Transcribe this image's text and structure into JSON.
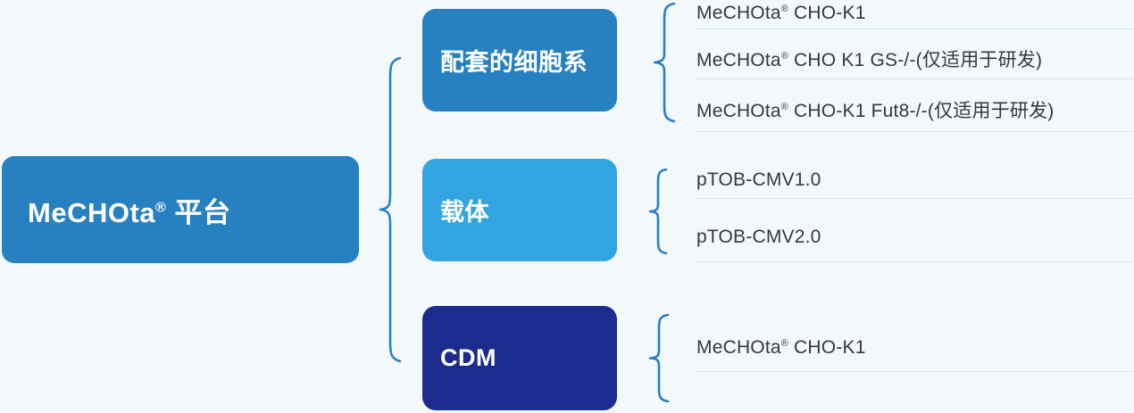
{
  "colors": {
    "background": "#f3f8fb",
    "root_box": "#2781c1",
    "cell_lines_box": "#2781c1",
    "vector_box": "#32a5e0",
    "cdm_box": "#1c2c8e",
    "brace": "#2b7fc4",
    "divider": "#cfe4f0",
    "item_text": "#35393e",
    "box_text": "#ffffff"
  },
  "root": {
    "label": "MeCHOta® 平台"
  },
  "branches": [
    {
      "label": "配套的细胞系",
      "items": [
        "MeCHOta® CHO-K1",
        "MeCHOta® CHO K1 GS-/-(仅适用于研发)",
        "MeCHOta® CHO-K1 Fut8-/-(仅适用于研发)"
      ]
    },
    {
      "label": "载体",
      "items": [
        "pTOB-CMV1.0",
        "pTOB-CMV2.0"
      ]
    },
    {
      "label": "CDM",
      "items": [
        "MeCHOta® CHO-K1"
      ]
    }
  ]
}
